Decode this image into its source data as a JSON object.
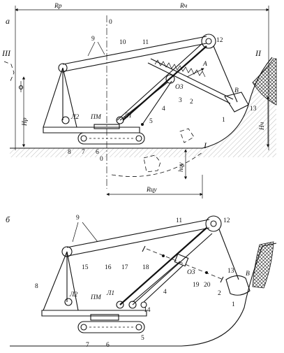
{
  "diagrams": {
    "a": {
      "panel_label": "а",
      "dims": {
        "rp": "Rр",
        "rch": "Rч",
        "hp": "Hр",
        "hch": "Hч",
        "hcu": "hцу",
        "rcu": "Rцу",
        "axis_o_top": "0",
        "axis_o_bottom": "0"
      },
      "positions": {
        "p3": "III",
        "p2": "II",
        "p1": "I"
      },
      "letters": {
        "a": "А",
        "b": "В",
        "o3": "О3",
        "l1": "Л1",
        "l2": "Л2",
        "pm": "ПМ"
      },
      "numbers": {
        "n1": "1",
        "n2": "2",
        "n3": "3",
        "n4": "4",
        "n5": "5",
        "n6": "6",
        "n7": "7",
        "n8": "8",
        "n9": "9",
        "n10": "10",
        "n11": "11",
        "n12": "12",
        "n13": "13"
      }
    },
    "b": {
      "panel_label": "б",
      "letters": {
        "b": "В",
        "o3": "О3",
        "l1": "Л1",
        "l2": "Л2",
        "pm": "ПМ"
      },
      "numbers": {
        "n1": "1",
        "n2": "2",
        "n4": "4",
        "n5": "5",
        "n6": "6",
        "n7": "7",
        "n8": "8",
        "n9": "9",
        "n11": "11",
        "n12": "12",
        "n13": "13",
        "n14": "14",
        "n15": "15",
        "n16": "16",
        "n17": "17",
        "n18": "18",
        "n19": "19",
        "n20": "20"
      }
    }
  }
}
